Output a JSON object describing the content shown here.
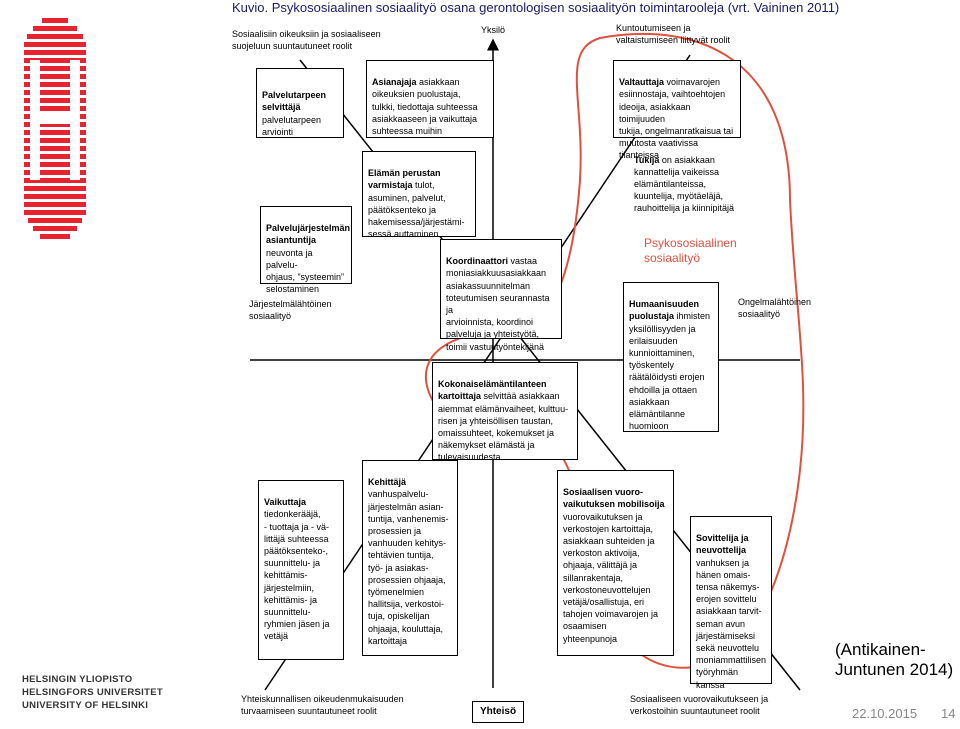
{
  "title": "Kuvio. Psykososiaalinen sosiaalityö osana gerontologisen sosiaalityön toimintarooleja (vrt. Vaininen 2011)",
  "axes": {
    "top_left": "Sosiaalisiin oikeuksiin ja sosiaaliseen\nsuojeluun suuntautuneet roolit",
    "top_center": "Yksilö",
    "top_right": "Kuntoutumiseen ja\nvaltaistumiseen liittyvät roolit",
    "left": "Järjestelmälähtöinen\nsosiaalityö",
    "right": "Ongelmalähtöinen\nsosiaalityö",
    "bottom_left": "Yhteiskunnallisen oikeudenmukaisuuden\nturvaamiseen suuntautuneet roolit",
    "bottom_center": "Yhteisö",
    "bottom_right": "Sosiaaliseen vuorovaikutukseen ja\nverkostoihin suuntautuneet roolit"
  },
  "boxes": {
    "palvelutarpeen": {
      "bold": "Palvelutarpeen\nselvittäjä",
      "text": "\npalvelutarpeen\narviointi"
    },
    "asianajaja": {
      "bold": "Asianajaja",
      "text": " asiakkaan\noikeuksien puolustaja,\ntulkki, tiedottaja suhteessa\nasiakkaaseen ja vaikuttaja\nsuhteessa muihin"
    },
    "valtauttaja": {
      "bold": "Valtauttaja",
      "text": " voimavarojen\nesiinnostaja, vaihtoehtojen\nideoija, asiakkaan toimijuuden\ntukija, ongelmanratkaisua tai\nmuutosta vaativissa tilanteissa"
    },
    "elaman": {
      "bold": "Elämän perustan\nvarmistaja",
      "text": " tulot,\nasuminen, palvelut,\npäätöksenteko ja\nhakemisessa/järjestämi-\nsessä auttaminen"
    },
    "palvelujarjestelman": {
      "bold": "Palvelujärjestelmän\nasiantuntija",
      "text": "\nneuvonta ja palvelu-\nohjaus, ”systeemin”\nselostaminen"
    },
    "koordinaattori": {
      "bold": "Koordinaattori",
      "text": " vastaa\nmoniasiakkuusasiakkaan\nasiakassuunnitelman\ntoteutumisen seurannasta ja\narvioinnista, koordinoi\npalveluja ja yhteistyötä,\ntoimii vastuutyöntekijänä"
    },
    "kokonaiselaman": {
      "bold": "Kokonaiselämäntilanteen\nkartoittaja",
      "text": " selvittää asiakkaan\naiemmat elämänvaiheet, kulttuu-\nrisen ja yhteisöllisen taustan,\nomaissuhteet, kokemukset ja\nnäkemykset elämästä ja\ntulevaisuudesta"
    },
    "humaanisuuden": {
      "bold": "Humaanisuuden\npuolustaja",
      "text": " ihmisten\nyksilöllisyyden ja\nerilaisuuden\nkunnioittaminen,\ntyöskentely\nräätälöidysti erojen\nehdoilla ja ottaen\nasiakkaan\nelämäntilanne\nhuomioon"
    },
    "vaikuttaja": {
      "bold": "Vaikuttaja",
      "text": "\ntiedonkerääjä,\n- tuottaja ja - vä-\nlittäjä suhteessa\npäätöksenteko-,\nsuunnittelu- ja\nkehittämis-\njärjestelmiin,\nkehittämis- ja\nsuunnittelu-\nryhmien jäsen ja\nvetäjä"
    },
    "kehittaja": {
      "bold": "Kehittäjä",
      "text": "\nvanhuspalvelu-\njärjestelmän asian-\ntuntija, vanhenemis-\nprosessien ja\nvanhuuden kehitys-\ntehtävien tuntija,\ntyö- ja asiakas-\nprosessien ohjaaja,\ntyömenelmien\nhallitsija, verkostoi-\ntuja, opiskelijan\nohjaaja, kouluttaja,\nkartoittaja"
    },
    "sosiaalisen": {
      "bold": "Sosiaalisen vuoro-\nvaikutuksen mobilisoija",
      "text": "\nvuorovaikutuksen ja\nverkostojen kartoittaja,\nasiakkaan suhteiden ja\nverkoston aktivoija,\nohjaaja, välittäjä ja\nsillanrakentaja,\nverkostoneuvottelujen\nvetäjä/osallistuja, eri\ntahojen voimavarojen ja\nosaamisen\nyhteenpunoja"
    },
    "sovittelija": {
      "bold": "Sovittelija ja\nneuvottelija",
      "text": "\nvanhuksen ja\nhänen omais-\ntensa näkemys-\nerojen sovittelu\nasiakkaan tarvit-\nseman avun\njärjestämiseksi\nsekä neuvottelu\nmoniammattilisen\ntyöryhmän kanssa"
    }
  },
  "tukija": {
    "bold": "Tukija",
    "text": " on asiakkaan\nkannattelija vaikeissa\nelämäntilanteissa,\nkuuntelija, myötäeläjä,\nrauhoittelija ja kiinnipitäjä"
  },
  "psykososiaalinen": "Psykososiaalinen\nsosiaalityö",
  "logo": "HELSINGIN YLIOPISTO\nHELSINGFORS UNIVERSITET\nUNIVERSITY OF HELSINKI",
  "credit": "(Antikainen-\nJuntunen 2014)",
  "footer": {
    "date": "22.10.2015",
    "page": "14"
  },
  "colors": {
    "title": "#1a1a6e",
    "highlight": "#e0503f",
    "logo_red": "#e5242f"
  }
}
